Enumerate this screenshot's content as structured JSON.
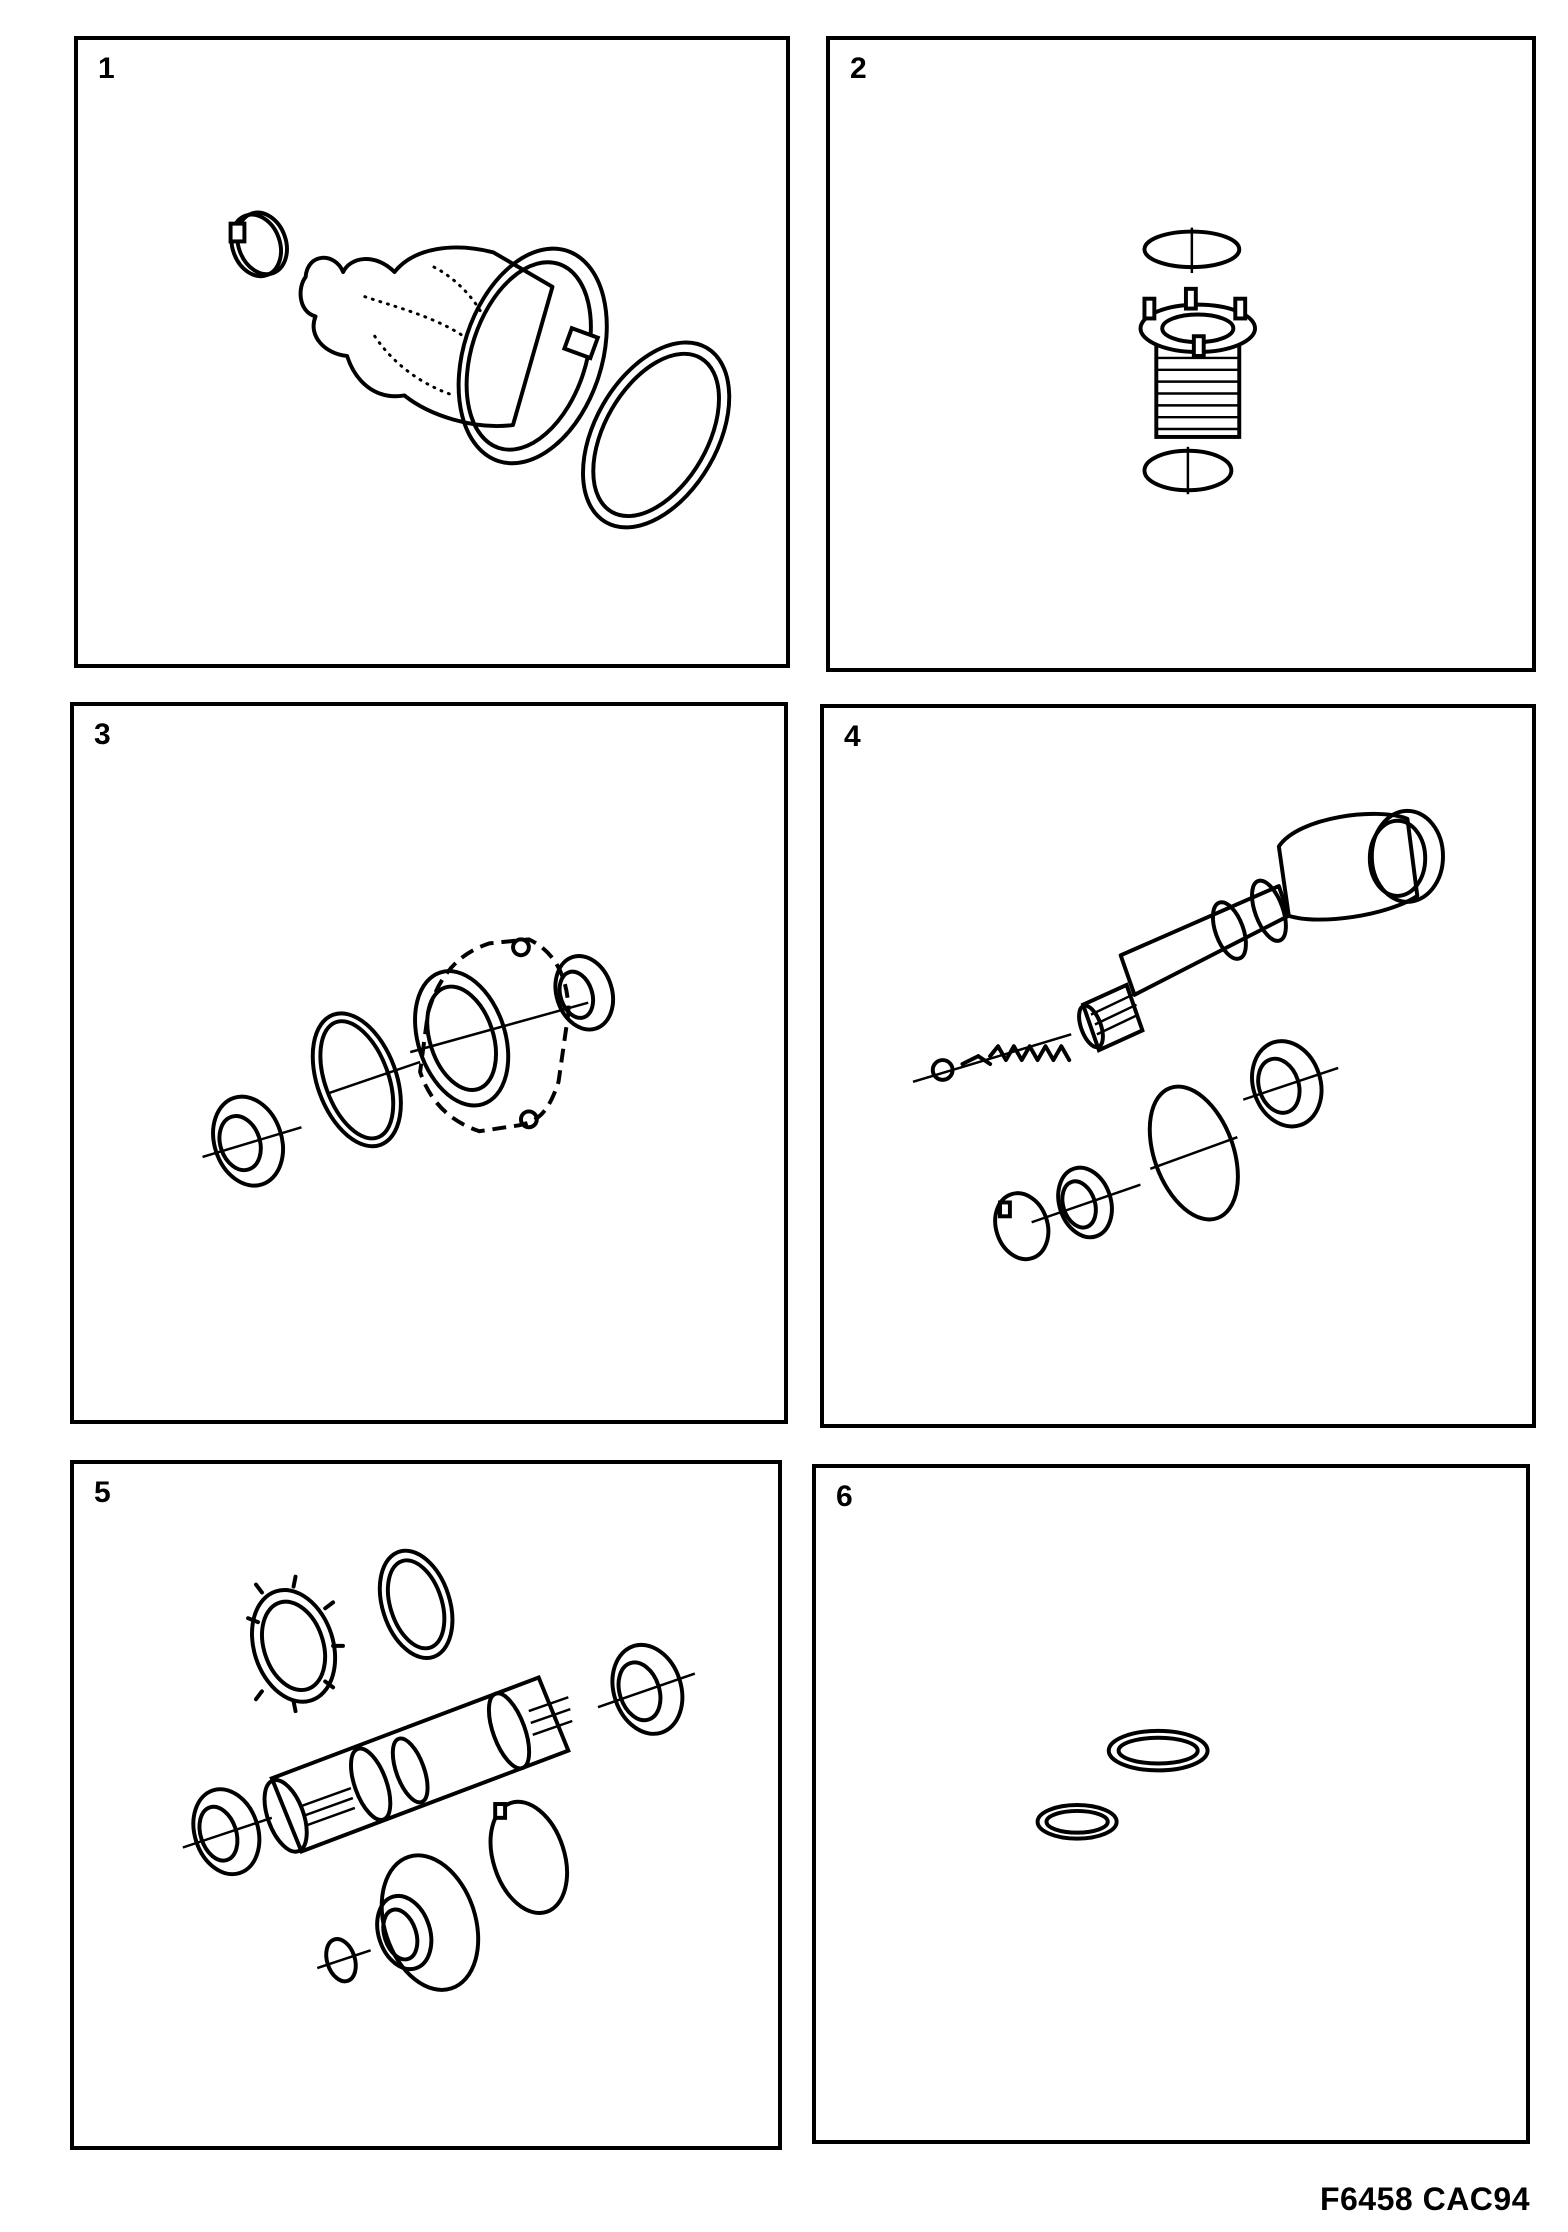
{
  "panels": [
    {
      "number": "1"
    },
    {
      "number": "2"
    },
    {
      "number": "3"
    },
    {
      "number": "4"
    },
    {
      "number": "5"
    },
    {
      "number": "6"
    }
  ],
  "footer": {
    "code": "F6458 CAC94"
  }
}
